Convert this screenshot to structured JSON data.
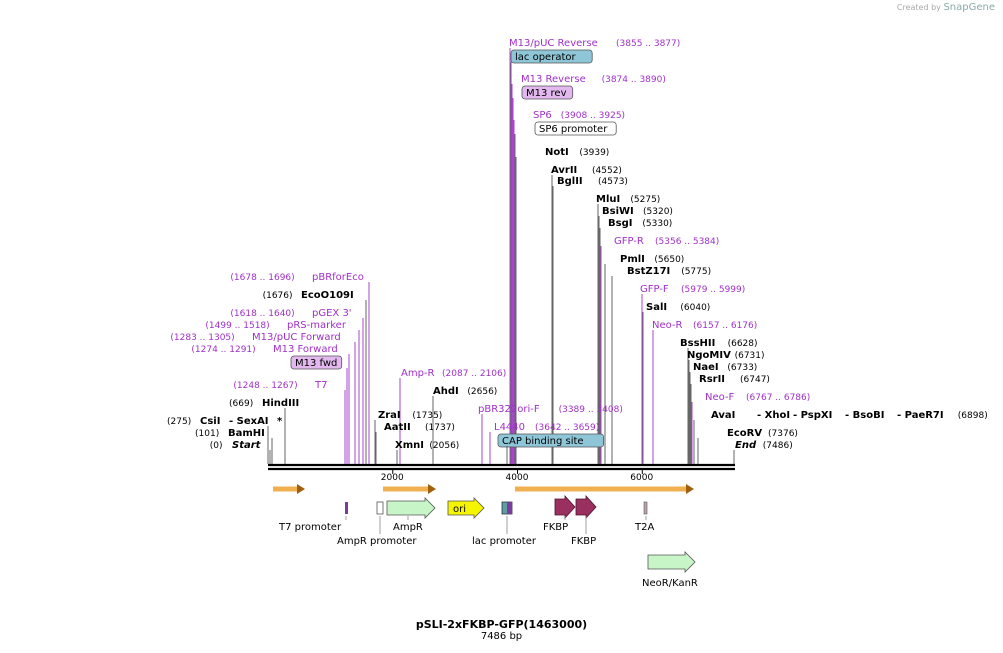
{
  "credit": {
    "prefix": "Created by",
    "brand": "SnapGene"
  },
  "plasmid": {
    "name": "pSLI-2xFKBP-GFP(1463000)",
    "length": "7486 bp",
    "bp": 7486
  },
  "axis_ticks": [
    "2000",
    "4000",
    "6000"
  ],
  "colors": {
    "primer": "#a030c8",
    "site": "#000000",
    "arrow_orange": "#f0b050",
    "ampr": "#c8f5c8",
    "ori": "#f5f500",
    "fkbp": "#9a3060",
    "lacop": "#8ec6d8",
    "m13fwd": "#e2b8ee"
  },
  "labels": [
    {
      "kind": "primer",
      "text": "M13/pUC Reverse",
      "range": "(3855 .. 3877)"
    },
    {
      "kind": "feature-blue",
      "text": "lac operator"
    },
    {
      "kind": "primer",
      "text": "M13 Reverse",
      "range": "(3874 .. 3890)"
    },
    {
      "kind": "primer-box",
      "text": "M13 rev"
    },
    {
      "kind": "primer",
      "text": "SP6",
      "range": "(3908 .. 3925)"
    },
    {
      "kind": "feature-white",
      "text": "SP6 promoter"
    },
    {
      "kind": "site",
      "text": "NotI",
      "range": "(3939)"
    },
    {
      "kind": "site",
      "text": "AvrII",
      "range": "(4552)"
    },
    {
      "kind": "site",
      "text": "BglII",
      "range": "(4573)"
    },
    {
      "kind": "site",
      "text": "MluI",
      "range": "(5275)"
    },
    {
      "kind": "site",
      "text": "BsiWI",
      "range": "(5320)"
    },
    {
      "kind": "site",
      "text": "BsgI",
      "range": "(5330)"
    },
    {
      "kind": "primer",
      "text": "GFP-R",
      "range": "(5356 .. 5384)"
    },
    {
      "kind": "site",
      "text": "PmlI",
      "range": "(5650)"
    },
    {
      "kind": "site",
      "text": "BstZ17I",
      "range": "(5775)"
    },
    {
      "kind": "primer",
      "text": "GFP-F",
      "range": "(5979 .. 5999)"
    },
    {
      "kind": "site",
      "text": "SalI",
      "range": "(6040)"
    },
    {
      "kind": "primer",
      "text": "Neo-R",
      "range": "(6157 .. 6176)"
    },
    {
      "kind": "site",
      "text": "BssHII",
      "range": "(6628)"
    },
    {
      "kind": "site",
      "text": "NgoMIV",
      "range": "(6731)"
    },
    {
      "kind": "site",
      "text": "NaeI",
      "range": "(6733)"
    },
    {
      "kind": "site",
      "text": "RsrII",
      "range": "(6747)"
    },
    {
      "kind": "primer",
      "text": "Neo-F",
      "range": "(6767 .. 6786)"
    },
    {
      "kind": "site",
      "text": "AvaI",
      "range": ""
    },
    {
      "kind": "site",
      "text": "- XhoI",
      "range": ""
    },
    {
      "kind": "site",
      "text": "- PspXI",
      "range": ""
    },
    {
      "kind": "site",
      "text": "- BsoBI",
      "range": ""
    },
    {
      "kind": "site",
      "text": "- PaeR7I",
      "range": "(6898)"
    },
    {
      "kind": "site",
      "text": "EcoRV",
      "range": "(7376)"
    },
    {
      "kind": "site-italic",
      "text": "End",
      "range": "(7486)"
    },
    {
      "kind": "primer",
      "text": "pBRforEco",
      "range": "(1678 .. 1696)"
    },
    {
      "kind": "site",
      "text": "EcoO109I",
      "range": "(1676)"
    },
    {
      "kind": "primer",
      "text": "pGEX 3'",
      "range": "(1618 .. 1640)"
    },
    {
      "kind": "primer",
      "text": "pRS-marker",
      "range": "(1499 .. 1518)"
    },
    {
      "kind": "primer",
      "text": "M13/pUC Forward",
      "range": "(1283 .. 1305)"
    },
    {
      "kind": "primer",
      "text": "M13 Forward",
      "range": "(1274 .. 1291)"
    },
    {
      "kind": "primer-box",
      "text": "M13 fwd"
    },
    {
      "kind": "primer",
      "text": "T7",
      "range": "(1248 .. 1267)"
    },
    {
      "kind": "site",
      "text": "HindIII",
      "range": "(669)"
    },
    {
      "kind": "site",
      "text": "CsiI",
      "range": "(275)"
    },
    {
      "kind": "site",
      "text": "- SexAI",
      "range": ""
    },
    {
      "kind": "site",
      "text": "*",
      "range": ""
    },
    {
      "kind": "site",
      "text": "BamHI",
      "range": "(101)"
    },
    {
      "kind": "site-italic",
      "text": "Start",
      "range": "(0)"
    },
    {
      "kind": "primer",
      "text": "Amp-R",
      "range": "(2087 .. 2106)"
    },
    {
      "kind": "site",
      "text": "AhdI",
      "range": "(2656)"
    },
    {
      "kind": "site",
      "text": "ZraI",
      "range": "(1735)"
    },
    {
      "kind": "site",
      "text": "AatII",
      "range": "(1737)"
    },
    {
      "kind": "site",
      "text": "XmnI",
      "range": "(2056)"
    },
    {
      "kind": "primer",
      "text": "pBR322ori-F",
      "range": "(3389 .. 3408)"
    },
    {
      "kind": "primer",
      "text": "L4440",
      "range": "(3642 .. 3659)"
    },
    {
      "kind": "feature-blue",
      "text": "CAP binding site"
    }
  ],
  "features": [
    {
      "text": "T7 promoter"
    },
    {
      "text": "AmpR promoter"
    },
    {
      "text": "AmpR"
    },
    {
      "text": "ori"
    },
    {
      "text": "lac promoter"
    },
    {
      "text": "FKBP"
    },
    {
      "text": "FKBP"
    },
    {
      "text": "T2A"
    },
    {
      "text": "NeoR/KanR"
    }
  ]
}
